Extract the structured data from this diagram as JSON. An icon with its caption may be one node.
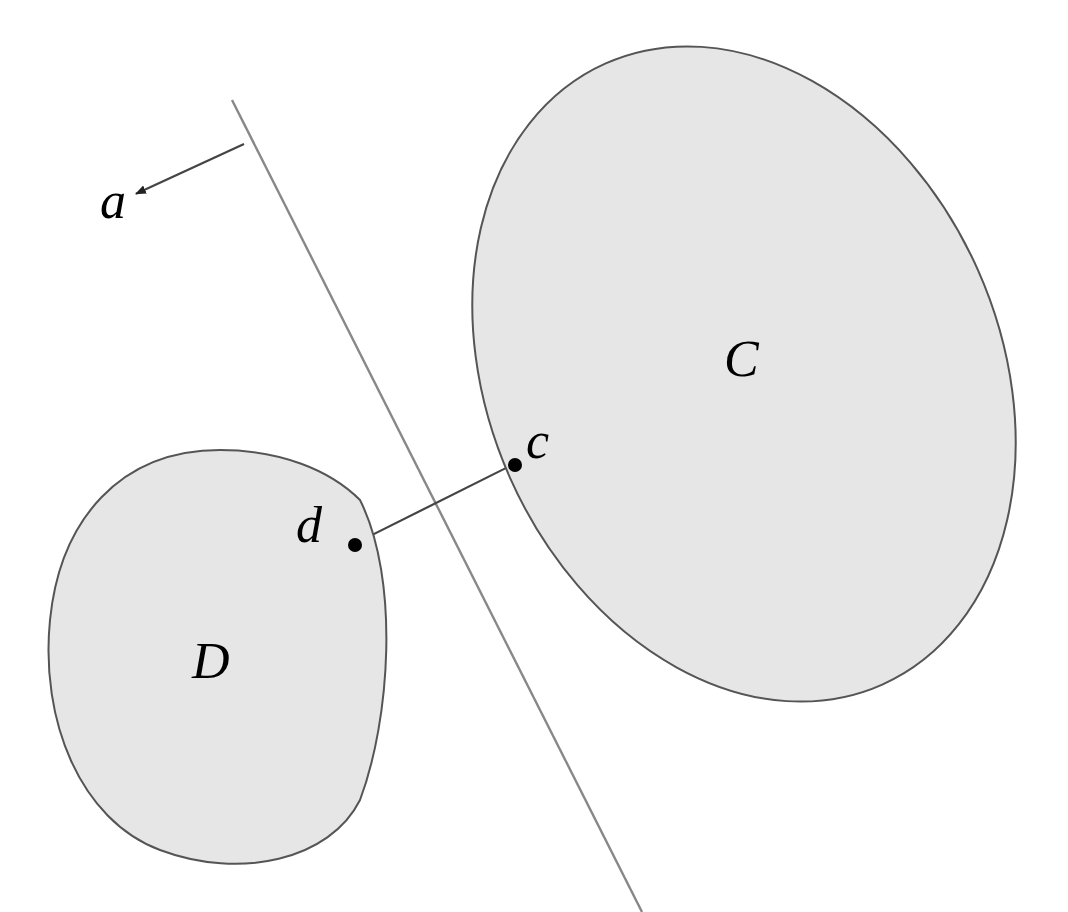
{
  "diagram": {
    "nodes": [
      {
        "text": [
          "a"
        ]
      },
      {
        "text": [
          "C"
        ]
      },
      {
        "text": [
          "c"
        ],
        "in": 1
      },
      {
        "text": [
          "d"
        ],
        "in": 4
      },
      {
        "text": [
          "D"
        ]
      }
    ],
    "edges": [
      {
        "from": 3,
        "to": 2,
        "arrow": "none"
      },
      {
        "from": null,
        "to": 0,
        "arrow": "to"
      }
    ]
  }
}
